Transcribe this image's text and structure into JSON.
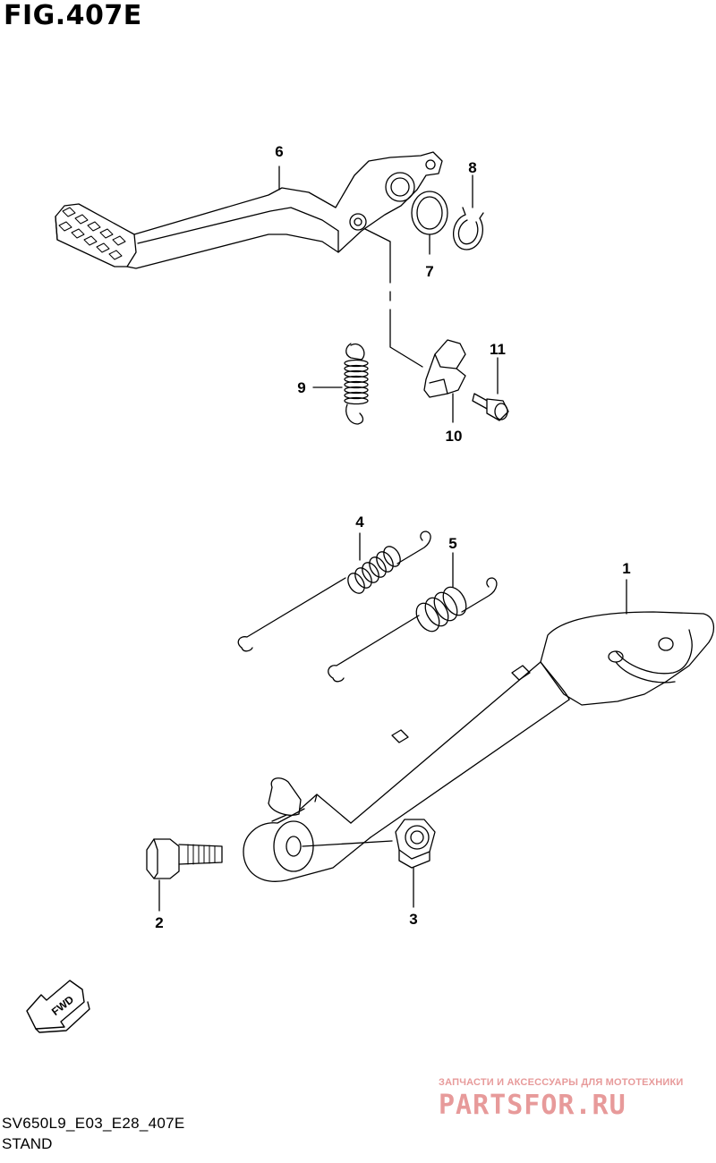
{
  "figure": {
    "title": "FIG.407E"
  },
  "callouts": [
    {
      "id": "6",
      "label": "6"
    },
    {
      "id": "8",
      "label": "8"
    },
    {
      "id": "7",
      "label": "7"
    },
    {
      "id": "11",
      "label": "11"
    },
    {
      "id": "9",
      "label": "9"
    },
    {
      "id": "10",
      "label": "10"
    },
    {
      "id": "4",
      "label": "4"
    },
    {
      "id": "5",
      "label": "5"
    },
    {
      "id": "1",
      "label": "1"
    },
    {
      "id": "2",
      "label": "2"
    },
    {
      "id": "3",
      "label": "3"
    }
  ],
  "fwd_label": "FWD",
  "footer": {
    "code": "SV650L9_E03_E28_407E",
    "name": "STAND"
  },
  "watermark": {
    "tagline": "ЗАПЧАСТИ И АКСЕССУАРЫ ДЛЯ МОТОТЕХНИКИ",
    "brand": "PARTSFOR.RU",
    "color": "#e79a9a"
  }
}
